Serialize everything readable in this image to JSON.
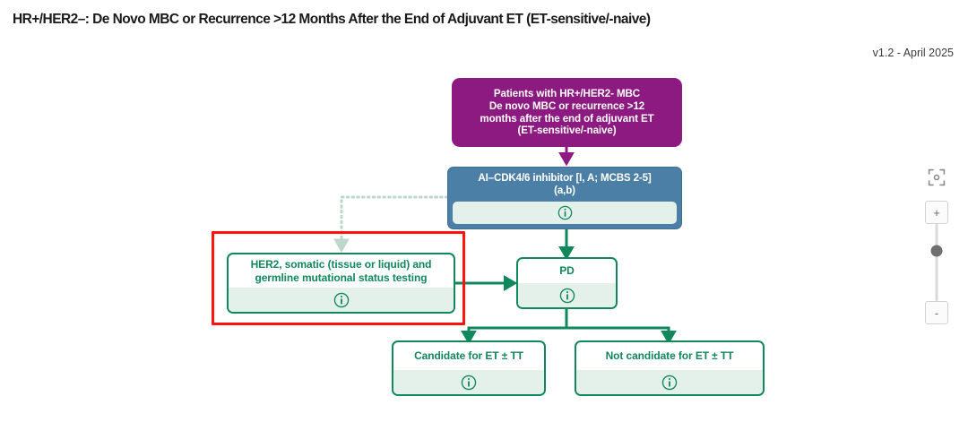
{
  "header": {
    "title": "HR+/HER2–: De Novo MBC or Recurrence >12 Months After the End of Adjuvant ET (ET-sensitive/-naive)",
    "version": "v1.2 - April 2025"
  },
  "colors": {
    "purple": "#8c1a80",
    "blue": "#4b7fa6",
    "green": "#11875c",
    "info_strip": "#e4f1ea",
    "highlight": "#fb140b",
    "edge_dotted": "#bcd8cb",
    "background": "#ffffff"
  },
  "nodes": [
    {
      "id": "patients",
      "label": "Patients with HR+/HER2- MBC\nDe novo MBC or recurrence >12\nmonths after the end of adjuvant ET\n(ET-sensitive/-naive)",
      "style": "purple",
      "has_info": false
    },
    {
      "id": "ai-cdk46",
      "label": "AI–CDK4/6 inhibitor [I, A; MCBS 2-5]\n(a,b)",
      "style": "blue",
      "has_info": true,
      "info_icon": "info-circle-icon"
    },
    {
      "id": "her2-testing",
      "label": "HER2, somatic (tissue or liquid) and\ngermline mutational status testing",
      "style": "green",
      "has_info": true,
      "info_icon": "info-circle-icon",
      "highlighted": true
    },
    {
      "id": "pd",
      "label": "PD",
      "style": "green",
      "has_info": true,
      "info_icon": "info-circle-icon"
    },
    {
      "id": "candidate-et-tt",
      "label": "Candidate for ET ± TT",
      "style": "green",
      "has_info": true,
      "info_icon": "info-circle-icon"
    },
    {
      "id": "not-candidate-et-tt",
      "label": "Not candidate for ET ± TT",
      "style": "green",
      "has_info": true,
      "info_icon": "info-circle-icon"
    }
  ],
  "edges": [
    {
      "from": "patients",
      "to": "ai-cdk46",
      "style": "solid",
      "color": "#8c1a80"
    },
    {
      "from": "ai-cdk46",
      "to": "pd",
      "style": "solid",
      "color": "#11875c"
    },
    {
      "from": "ai-cdk46",
      "to": "her2-testing",
      "style": "dotted",
      "color": "#bcd8cb"
    },
    {
      "from": "her2-testing",
      "to": "pd",
      "style": "solid",
      "color": "#11875c"
    },
    {
      "from": "pd",
      "to": "candidate-et-tt",
      "style": "solid",
      "color": "#11875c"
    },
    {
      "from": "pd",
      "to": "not-candidate-et-tt",
      "style": "solid",
      "color": "#11875c"
    }
  ],
  "controls": {
    "fit_view": {
      "icon": "fit-view-icon",
      "label": ""
    },
    "zoom_in": {
      "icon": "plus-icon",
      "label": "+"
    },
    "zoom_out": {
      "icon": "minus-icon",
      "label": "-"
    }
  }
}
